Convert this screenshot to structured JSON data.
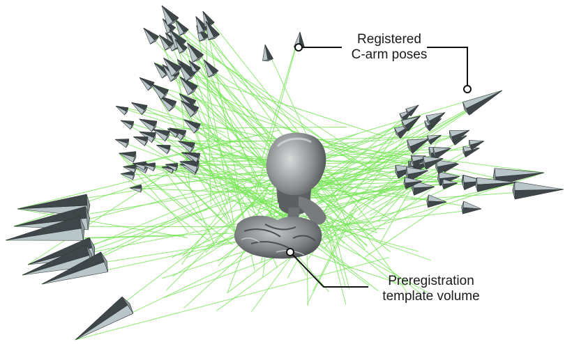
{
  "annotations": {
    "poses": {
      "line1": "Registered",
      "line2": "C-arm poses"
    },
    "volume": {
      "line1": "Preregistration",
      "line2": "template volume"
    }
  },
  "colors": {
    "background": "#ffffff",
    "ray": "#7ae65a",
    "pose_light": "#b9c6c9",
    "pose_dark": "#3f474a",
    "volume": "#8a8d8f",
    "callout": "#111111"
  },
  "icons": {
    "pose": "pyramid-cone-icon",
    "volume": "skull-anatomy-icon"
  }
}
